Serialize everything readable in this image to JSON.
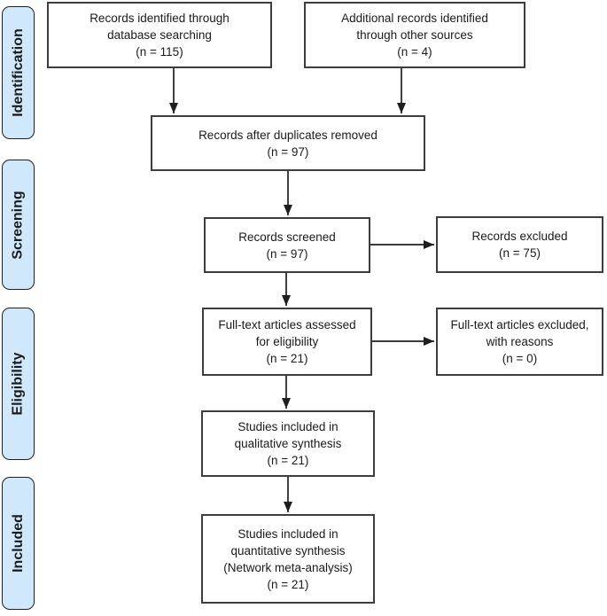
{
  "diagram_type": "PRISMA flow diagram",
  "stages": {
    "identification": "Identification",
    "screening": "Screening",
    "eligibility": "Eligibility",
    "included": "Included"
  },
  "boxes": {
    "identified_database": {
      "lines": [
        "Records identified through",
        "database searching",
        "(n = 115)"
      ],
      "n": 115
    },
    "identified_other": {
      "lines": [
        "Additional records identified",
        "through other sources",
        "(n = 4)"
      ],
      "n": 4
    },
    "after_duplicates": {
      "lines": [
        "Records after duplicates removed",
        "(n = 97)"
      ],
      "n": 97
    },
    "screened": {
      "lines": [
        "Records screened",
        "(n = 97)"
      ],
      "n": 97
    },
    "records_excluded": {
      "lines": [
        "Records excluded",
        "(n = 75)"
      ],
      "n": 75
    },
    "fulltext_assessed": {
      "lines": [
        "Full-text articles assessed",
        "for eligibility",
        "(n = 21)"
      ],
      "n": 21
    },
    "fulltext_excluded": {
      "lines": [
        "Full-text articles excluded,",
        "with reasons",
        "(n = 0)"
      ],
      "n": 0
    },
    "qualitative": {
      "lines": [
        "Studies included in",
        "qualitative synthesis",
        "(n = 21)"
      ],
      "n": 21
    },
    "quantitative": {
      "lines": [
        "Studies included in",
        "quantitative synthesis",
        "(Network meta-analysis)",
        "(n = 21)"
      ],
      "n": 21
    }
  },
  "colors": {
    "stage_fill": "#cfe8fb",
    "stage_border": "#1f1f1f",
    "node_fill": "#ffffff",
    "node_border": "#3d3d3d",
    "arrow": "#1f1f1f",
    "text": "#1a1a1a"
  }
}
